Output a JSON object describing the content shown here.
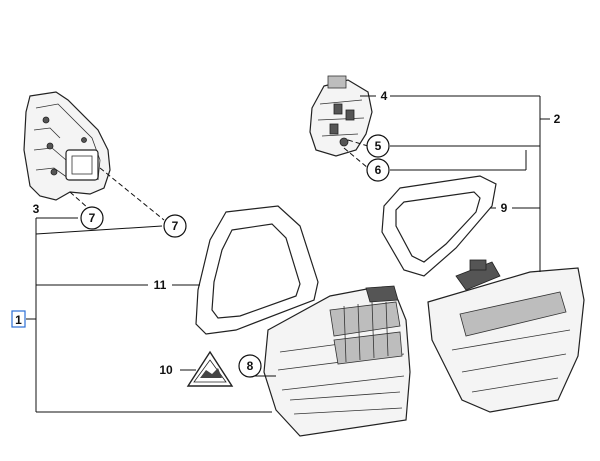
{
  "labels": {
    "l1": "1",
    "l2": "2",
    "l3": "3",
    "l4": "4",
    "l5": "5",
    "l6": "6",
    "l7a": "7",
    "l7b": "7",
    "l8": "8",
    "l9": "9",
    "l10": "10",
    "l11": "11"
  },
  "colors": {
    "highlight": "#2b6fd6",
    "line": "#111111"
  },
  "icons": {
    "warning": "warning-triangle-icon"
  }
}
